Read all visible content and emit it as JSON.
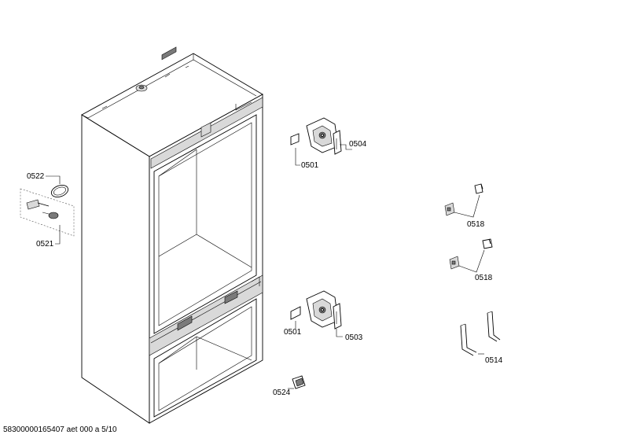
{
  "labels": {
    "p0522": "0522",
    "p0521": "0521",
    "p0501_top": "0501",
    "p0504": "0504",
    "p0518_top": "0518",
    "p0518_bottom": "0518",
    "p0501_bottom": "0501",
    "p0503": "0503",
    "p0514": "0514",
    "p0524": "0524"
  },
  "footer": "58300000165407 aet 000 a 5/10"
}
